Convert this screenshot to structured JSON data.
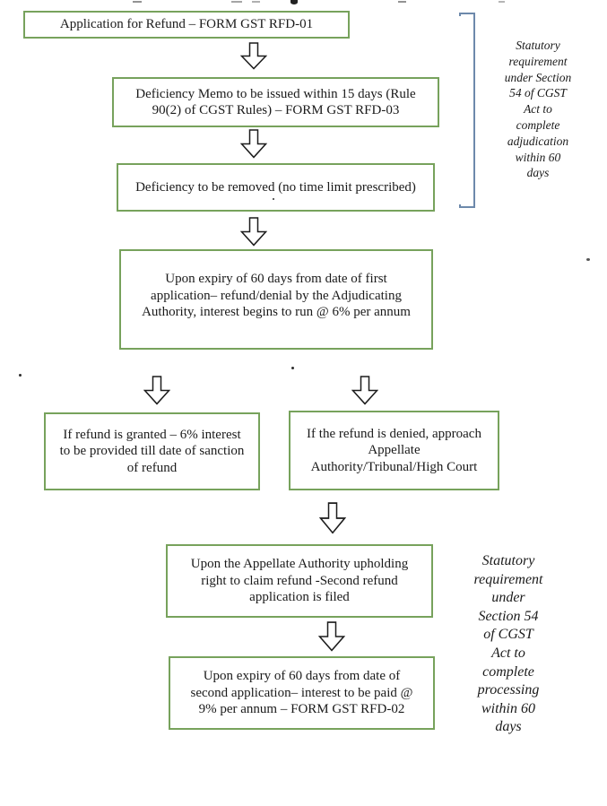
{
  "colors": {
    "background": "#ffffff",
    "box_border": "#77a25c",
    "bracket": "#6d89ab",
    "arrow_outline": "#1c1c1c",
    "text": "#1a1a1a"
  },
  "icons": {
    "down_arrow": "block-arrow-down",
    "bracket": "right-square-bracket"
  },
  "flowchart": {
    "boxes": {
      "box1": {
        "lines": [
          "Application for Refund – FORM GST RFD-01"
        ]
      },
      "box2": {
        "lines": [
          "Deficiency Memo to be issued within 15 days (Rule",
          "90(2) of CGST Rules) – FORM GST RFD-03"
        ]
      },
      "box3": {
        "lines": [
          "Deficiency to be removed (no time limit prescribed)"
        ]
      },
      "box4": {
        "lines": [
          "Upon expiry of 60 days from date of first",
          "application– refund/denial by the Adjudicating",
          "Authority, interest begins to run @ 6% per annum"
        ]
      },
      "box5": {
        "lines": [
          "If refund is granted – 6% interest",
          "to be provided till date of sanction",
          "of refund"
        ]
      },
      "box6": {
        "lines": [
          "If the refund is denied, approach",
          "Appellate",
          "Authority/Tribunal/High Court"
        ]
      },
      "box7": {
        "lines": [
          "Upon the Appellate Authority upholding",
          "right to claim refund -Second refund",
          "application is filed"
        ]
      },
      "box8": {
        "lines": [
          "Upon expiry of 60 days from date of",
          "second application– interest to be paid @",
          "9% per annum – FORM GST RFD-02"
        ]
      }
    },
    "side_notes": {
      "note1": {
        "lines": [
          "Statutory",
          "requirement",
          "under Section",
          "54 of CGST",
          "Act to",
          "complete",
          "adjudication",
          "within 60",
          "days"
        ]
      },
      "note2": {
        "lines": [
          "Statutory",
          "requirement",
          "under",
          "Section 54",
          "of CGST",
          "Act to",
          "complete",
          "processing",
          "within 60",
          "days"
        ]
      }
    }
  }
}
